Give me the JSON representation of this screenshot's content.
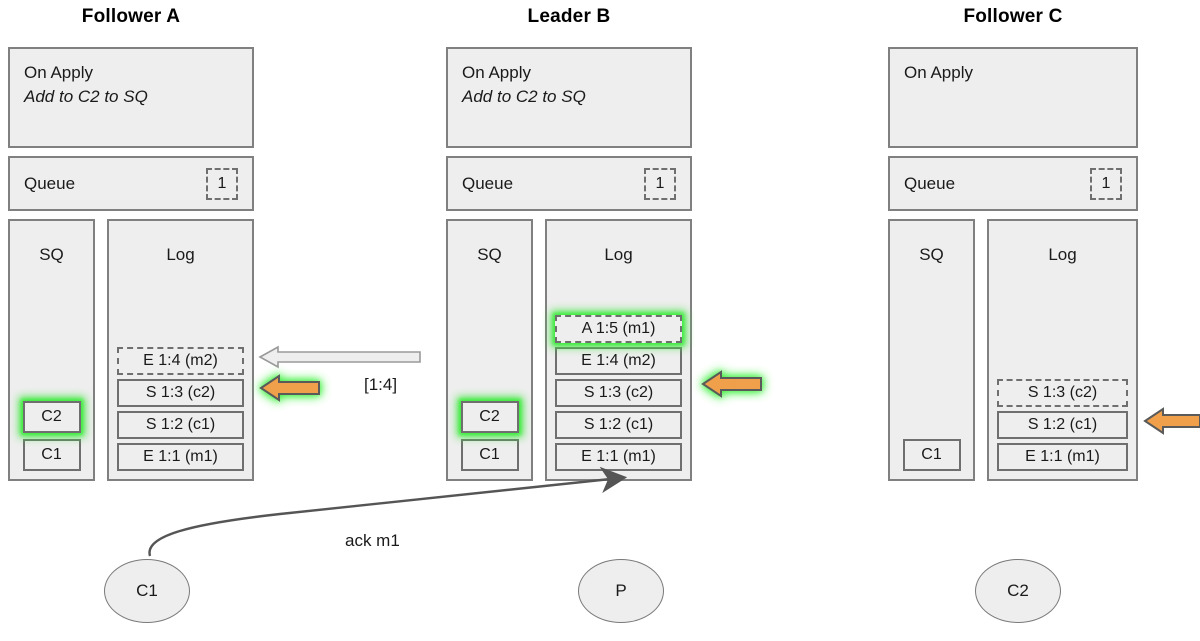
{
  "colors": {
    "panel_fill": "#eeeeee",
    "panel_border": "#808080",
    "entry_border": "#6f6f6f",
    "arrow_orange": "#f0a04b",
    "arrow_gray_fill": "#eeeeee",
    "glow_green": "#3ce63c",
    "curve_stroke": "#555555",
    "text": "#1a1a1a"
  },
  "nodes": [
    {
      "id": "follower-a",
      "title": "Follower A",
      "on_apply": {
        "heading": "On Apply",
        "action": "Add to C2 to SQ"
      },
      "queue": {
        "label": "Queue",
        "count": "1"
      },
      "sq": {
        "title": "SQ",
        "entries": [
          {
            "label": "C1",
            "glow": false,
            "dashed": false
          },
          {
            "label": "C2",
            "glow": true,
            "dashed": false
          }
        ]
      },
      "log": {
        "title": "Log",
        "entries": [
          {
            "label": "E 1:1 (m1)",
            "glow": false,
            "dashed": false
          },
          {
            "label": "S 1:2 (c1)",
            "glow": false,
            "dashed": false
          },
          {
            "label": "S 1:3 (c2)",
            "glow": false,
            "dashed": false
          },
          {
            "label": "E 1:4 (m2)",
            "glow": false,
            "dashed": true
          }
        ]
      }
    },
    {
      "id": "leader-b",
      "title": "Leader B",
      "on_apply": {
        "heading": "On Apply",
        "action": "Add to C2 to SQ"
      },
      "queue": {
        "label": "Queue",
        "count": "1"
      },
      "sq": {
        "title": "SQ",
        "entries": [
          {
            "label": "C1",
            "glow": false,
            "dashed": false
          },
          {
            "label": "C2",
            "glow": true,
            "dashed": false
          }
        ]
      },
      "log": {
        "title": "Log",
        "entries": [
          {
            "label": "E 1:1 (m1)",
            "glow": false,
            "dashed": false
          },
          {
            "label": "S 1:2 (c1)",
            "glow": false,
            "dashed": false
          },
          {
            "label": "S 1:3 (c2)",
            "glow": false,
            "dashed": false
          },
          {
            "label": "E 1:4 (m2)",
            "glow": false,
            "dashed": false
          },
          {
            "label": "A 1:5 (m1)",
            "glow": true,
            "dashed": true
          }
        ]
      }
    },
    {
      "id": "follower-c",
      "title": "Follower C",
      "on_apply": {
        "heading": "On Apply",
        "action": ""
      },
      "queue": {
        "label": "Queue",
        "count": "1"
      },
      "sq": {
        "title": "SQ",
        "entries": [
          {
            "label": "C1",
            "glow": false,
            "dashed": false
          }
        ]
      },
      "log": {
        "title": "Log",
        "entries": [
          {
            "label": "E 1:1 (m1)",
            "glow": false,
            "dashed": false
          },
          {
            "label": "S 1:2 (c1)",
            "glow": false,
            "dashed": false
          },
          {
            "label": "S 1:3 (c2)",
            "glow": false,
            "dashed": true
          }
        ]
      }
    }
  ],
  "arrows": {
    "replication": {
      "label": "[1:4]",
      "direction": "left"
    },
    "commit_a": {
      "direction": "left",
      "glow": true
    },
    "commit_b": {
      "direction": "left",
      "glow": true
    },
    "commit_c": {
      "direction": "left",
      "glow": false
    }
  },
  "clients": [
    {
      "id": "client-c1",
      "label": "C1"
    },
    {
      "id": "producer-p",
      "label": "P"
    },
    {
      "id": "client-c2",
      "label": "C2"
    }
  ],
  "curve": {
    "label": "ack m1",
    "from": "client-c1",
    "to": "leader-b-log"
  }
}
